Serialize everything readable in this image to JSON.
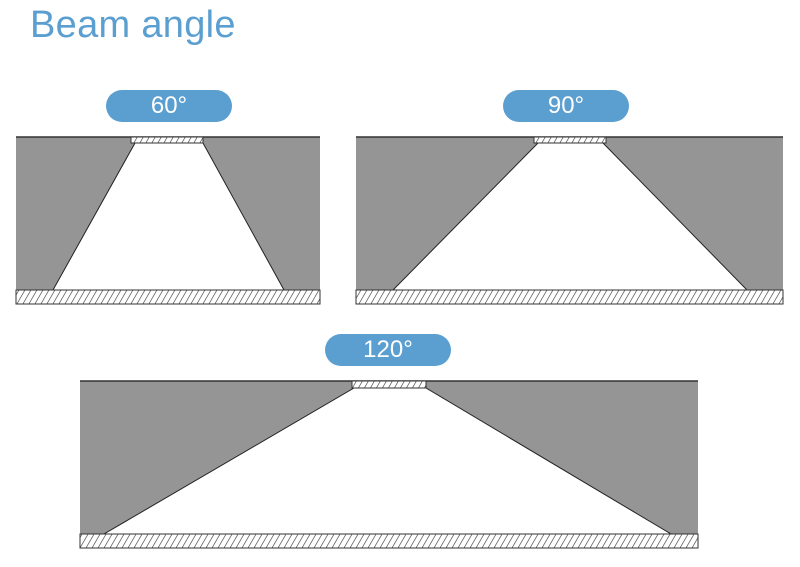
{
  "title": "Beam angle",
  "accent_color": "#5b9fd1",
  "shade_color": "#959595",
  "panels": [
    {
      "label": "60°",
      "beam_angle_deg": 60
    },
    {
      "label": "90°",
      "beam_angle_deg": 90
    },
    {
      "label": "120°",
      "beam_angle_deg": 120
    }
  ]
}
